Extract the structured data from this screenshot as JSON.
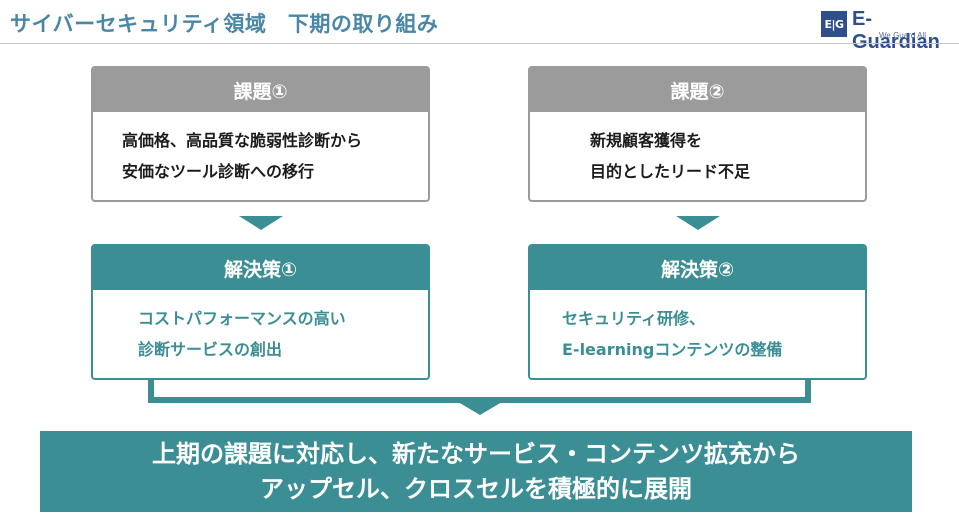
{
  "header": {
    "title": "サイバーセキュリティ領域　下期の取り組み",
    "logo": {
      "mark": "E|G",
      "name": "E-Guardian",
      "tagline": "We Guard All"
    }
  },
  "issues": [
    {
      "title": "課題①",
      "lines": [
        "高価格、高品質な脆弱性診断から",
        "安価なツール診断への移行"
      ]
    },
    {
      "title": "課題②",
      "lines": [
        "新規顧客獲得を",
        "目的としたリード不足"
      ]
    }
  ],
  "solutions": [
    {
      "title": "解決策①",
      "lines": [
        "コストパフォーマンスの高い",
        "診断サービスの創出"
      ]
    },
    {
      "title": "解決策②",
      "lines": [
        "セキュリティ研修、",
        "E-learningコンテンツの整備"
      ]
    }
  ],
  "banner": {
    "lines": [
      "上期の課題に対応し、新たなサービス・コンテンツ拡充から",
      "アップセル、クロスセルを積極的に展開"
    ]
  },
  "colors": {
    "teal": "#3b8f94",
    "gray": "#9b9b9b",
    "title_blue": "#4a86a6",
    "logo_navy": "#2e4e8c"
  }
}
